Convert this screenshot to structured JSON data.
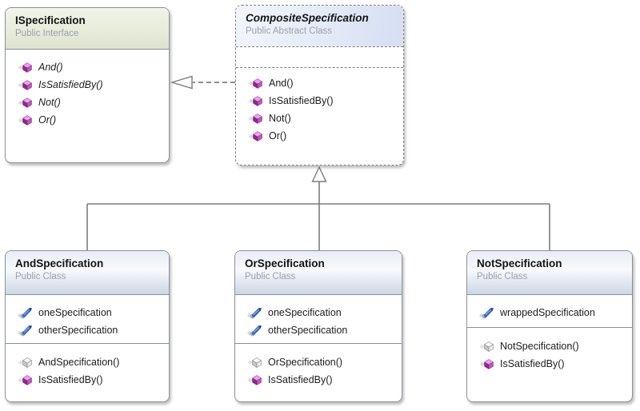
{
  "classes": {
    "ispecification": {
      "title": "ISpecification",
      "stereotype": "Public Interface",
      "methods": [
        "And()",
        "IsSatisfiedBy()",
        "Not()",
        "Or()"
      ]
    },
    "composite_specification": {
      "title": "CompositeSpecification",
      "stereotype": "Public Abstract Class",
      "methods": [
        "And()",
        "IsSatisfiedBy()",
        "Not()",
        "Or()"
      ]
    },
    "and_specification": {
      "title": "AndSpecification",
      "stereotype": "Public Class",
      "fields": [
        "oneSpecification",
        "otherSpecification"
      ],
      "methods": [
        "AndSpecification()",
        "IsSatisfiedBy()"
      ]
    },
    "or_specification": {
      "title": "OrSpecification",
      "stereotype": "Public Class",
      "fields": [
        "oneSpecification",
        "otherSpecification"
      ],
      "methods": [
        "OrSpecification()",
        "IsSatisfiedBy()"
      ]
    },
    "not_specification": {
      "title": "NotSpecification",
      "stereotype": "Public Class",
      "fields": [
        "wrappedSpecification"
      ],
      "methods": [
        "NotSpecification()",
        "IsSatisfiedBy()"
      ]
    }
  },
  "relationships": [
    {
      "type": "realization",
      "from": "CompositeSpecification",
      "to": "ISpecification"
    },
    {
      "type": "inheritance",
      "from": "AndSpecification",
      "to": "CompositeSpecification"
    },
    {
      "type": "inheritance",
      "from": "OrSpecification",
      "to": "CompositeSpecification"
    },
    {
      "type": "inheritance",
      "from": "NotSpecification",
      "to": "CompositeSpecification"
    }
  ],
  "icons": {
    "method": "purple-cube-icon",
    "constructor": "white-cube-icon",
    "field": "blue-pen-field-icon"
  },
  "colors": {
    "interface_header": "#e7ecdb",
    "abstract_header": "#dde6f5",
    "class_header": "#d9e0ec",
    "box_border": "#8c9198",
    "connector": "#7d7d7d",
    "method_icon": "#c054c0",
    "constructor_icon": "#e3e3e3",
    "field_icon": "#3063c4",
    "title_text": "#141414",
    "subtitle_text": "#9ba1ab"
  }
}
